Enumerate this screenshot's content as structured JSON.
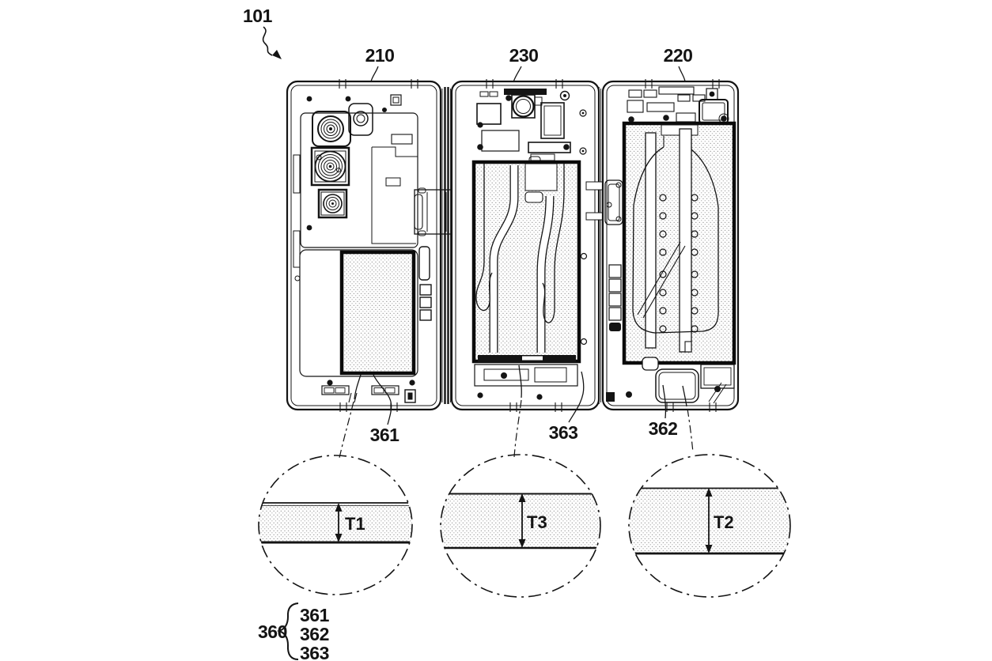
{
  "figure": {
    "labels": {
      "ref_101": "101",
      "ref_210": "210",
      "ref_230": "230",
      "ref_220": "220",
      "ref_361": "361",
      "ref_362": "362",
      "ref_363": "363",
      "t1": "T1",
      "t2": "T2",
      "t3": "T3",
      "group_ref": "360",
      "group_items": [
        "361",
        "362",
        "363"
      ]
    },
    "colors": {
      "ink": "#141414",
      "paper": "#ffffff",
      "stipple_dot": "#8e8e8e"
    }
  }
}
